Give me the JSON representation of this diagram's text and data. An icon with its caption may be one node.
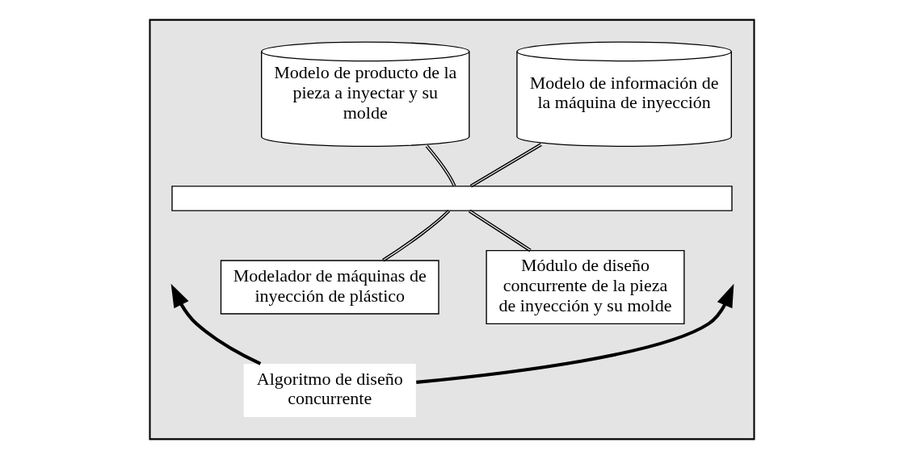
{
  "diagram": {
    "nodes": [
      {
        "text": [],
        "shape": "box"
      },
      {
        "text": [
          "Modelo de producto de la pieza a inyectar y su molde"
        ],
        "in": 0
      },
      {
        "text": [
          "Modelo de información de la máquina de inyección"
        ],
        "in": 0
      },
      {
        "text": [],
        "shape": "bar",
        "in": 0
      },
      {
        "text": [
          "Modelador de máquinas de inyección de plástico"
        ],
        "in": 0
      },
      {
        "text": [
          "Módulo de diseño concurrente de la pieza de inyección y su molde"
        ],
        "in": 0
      },
      {
        "text": [
          "Algoritmo de diseño concurrente"
        ],
        "in": 0
      }
    ],
    "edges": [
      {
        "from": 1,
        "to": 3,
        "arrow": "none"
      },
      {
        "from": 2,
        "to": 3,
        "arrow": "none"
      },
      {
        "from": 3,
        "to": 4,
        "arrow": "none"
      },
      {
        "from": 3,
        "to": 5,
        "arrow": "none"
      },
      {
        "from": 6,
        "to": null,
        "arrow": "to",
        "style": "thick"
      },
      {
        "from": 6,
        "to": null,
        "arrow": "to",
        "style": "thick"
      }
    ]
  }
}
